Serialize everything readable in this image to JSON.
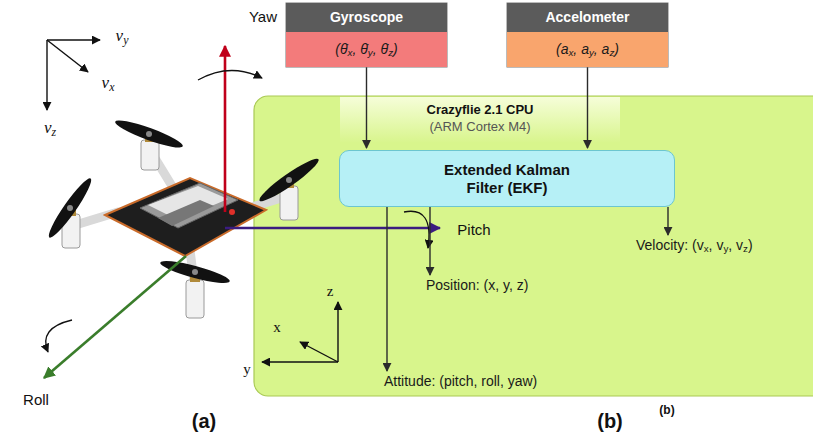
{
  "diagram": {
    "nodes": [
      {
        "text": [
          "Gyroscope",
          "(θ̇x, θ̇y, θ̇z)"
        ]
      },
      {
        "text": [
          "Accelometer",
          "(ax, ay, az)"
        ]
      },
      {
        "text": [
          "Crazyflie 2.1 CPU",
          "(ARM Cortex M4)"
        ]
      },
      {
        "text": [
          "Extended Kalman Filter (EKF)"
        ],
        "in": 2
      },
      {
        "text": [
          "Velocity: (vx, vy, vz)"
        ],
        "in": 2
      },
      {
        "text": [
          "Position: (x, y, z)"
        ],
        "in": 2
      },
      {
        "text": [
          "Attitude: (pitch, roll, yaw)"
        ],
        "in": 2
      }
    ],
    "edges": [
      {
        "from": 0,
        "to": 3,
        "arrow": "to"
      },
      {
        "from": 1,
        "to": 3,
        "arrow": "to"
      },
      {
        "from": 3,
        "to": 4,
        "arrow": "to"
      },
      {
        "from": 3,
        "to": 5,
        "arrow": "to"
      },
      {
        "from": 3,
        "to": 6,
        "arrow": "to"
      }
    ],
    "labels": [
      "vy",
      "vx",
      "vz",
      "Yaw",
      "Pitch",
      "Roll",
      "z",
      "x",
      "y",
      "(b)",
      "(a)",
      "(b)"
    ]
  }
}
